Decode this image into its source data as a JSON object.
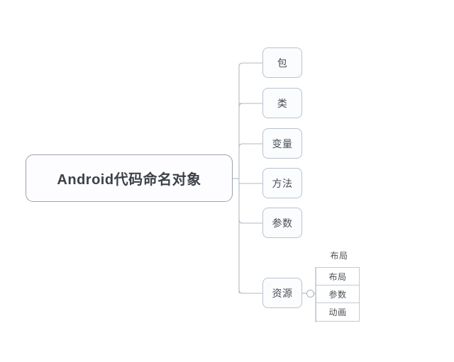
{
  "diagram": {
    "title": "Android代码命名对象",
    "background_color": "#ffffff",
    "node_border_color": "#b9c2cd",
    "node_fill_color": "#fbfcfe",
    "root": {
      "label": "Android代码命名对象"
    },
    "branches": [
      {
        "label": "包"
      },
      {
        "label": "类"
      },
      {
        "label": "变量"
      },
      {
        "label": "方法"
      },
      {
        "label": "参数"
      },
      {
        "label": "资源"
      }
    ],
    "resource_children": {
      "caption": "布局",
      "items": [
        {
          "label": "布局"
        },
        {
          "label": "参数"
        },
        {
          "label": "动画"
        }
      ]
    },
    "expander": {
      "name": "collapse-toggle",
      "state": "expanded"
    }
  }
}
